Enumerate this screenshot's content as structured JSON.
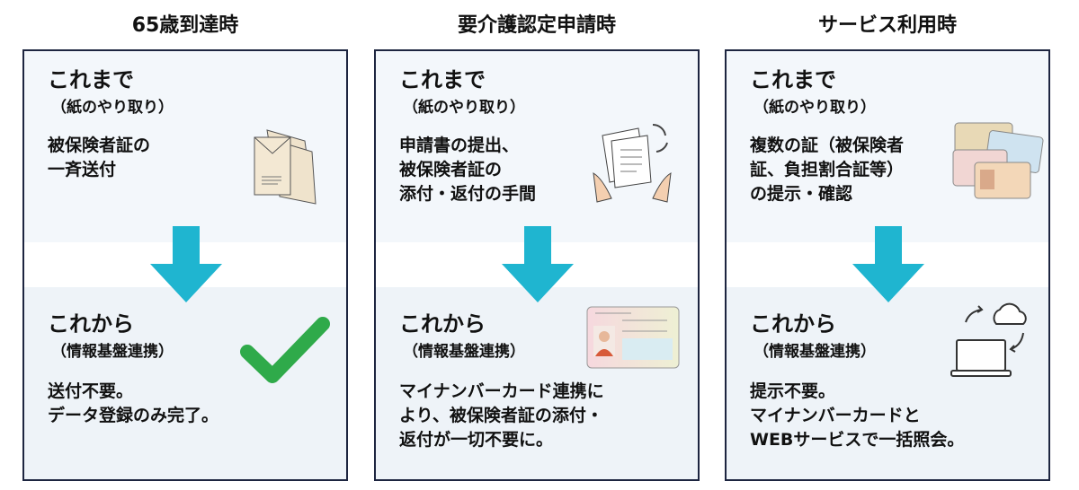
{
  "columns": [
    {
      "title": "65歳到達時",
      "before_heading": "これまで",
      "before_sub": "（紙のやり取り）",
      "before_text": "被保険者証の\n一斉送付",
      "after_heading": "これから",
      "after_sub": "（情報基盤連携）",
      "after_text": "送付不要。\nデータ登録のみ完了。",
      "before_icon": "envelopes-icon",
      "after_icon": "checkmark-icon"
    },
    {
      "title": "要介護認定申請時",
      "before_heading": "これまで",
      "before_sub": "（紙のやり取り）",
      "before_text": "申請書の提出、\n被保険者証の\n添付・返付の手間",
      "after_heading": "これから",
      "after_sub": "（情報基盤連携）",
      "after_text": "マイナンバーカード連携に\nより、被保険者証の添付・\n返付が一切不要に。",
      "before_icon": "documents-hands-icon",
      "after_icon": "my-number-card-icon"
    },
    {
      "title": "サービス利用時",
      "before_heading": "これまで",
      "before_sub": "（紙のやり取り）",
      "before_text": "複数の証（被保険者\n証、負担割合証等）\nの提示・確認",
      "after_heading": "これから",
      "after_sub": "（情報基盤連携）",
      "after_text": "提示不要。\nマイナンバーカードと\nWEBサービスで一括照会。",
      "before_icon": "multiple-cards-icon",
      "after_icon": "laptop-cloud-icon"
    }
  ],
  "colors": {
    "arrow": "#1fb5d0",
    "border": "#1d2540",
    "check": "#2faa4a"
  }
}
